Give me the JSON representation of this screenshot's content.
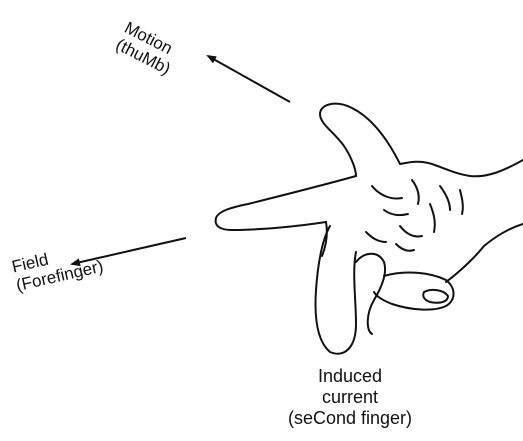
{
  "labels": {
    "motion": {
      "line1": "Motion",
      "line2": "(thuMb)"
    },
    "field": {
      "line1": "Field",
      "line2": "(Forefinger)"
    },
    "current": {
      "line1": "Induced",
      "line2": "current",
      "line3": "(seCond finger)"
    }
  },
  "colors": {
    "ink": "#111111",
    "background": "#ffffff"
  }
}
